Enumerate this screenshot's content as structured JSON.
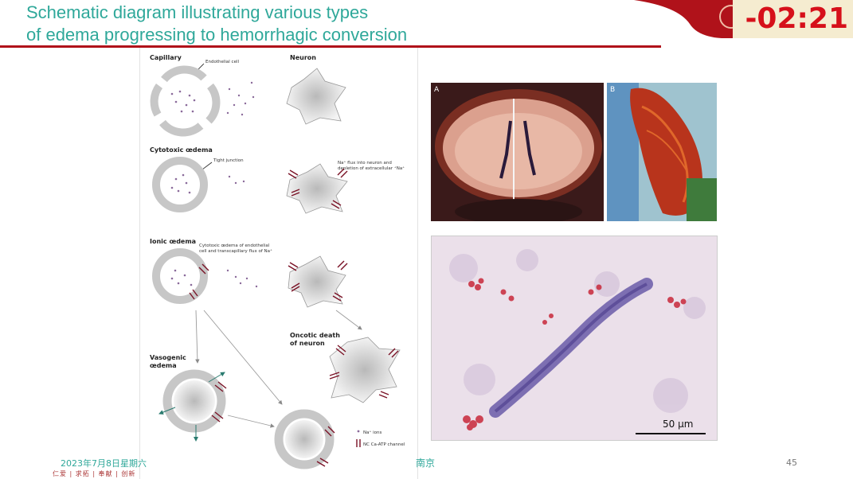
{
  "slide": {
    "title_line1": "Schematic diagram illustrating various types",
    "title_line2": "of edema progressing to hemorrhagic conversion",
    "timer": "-02:21",
    "page_number": "45",
    "footer_date": "2023年7月8日星期六",
    "footer_city": "南京",
    "footer_motto": "仁爱 | 求拓 | 奉献 | 创新"
  },
  "diagram": {
    "capillary": "Capillary",
    "endothelial_cell": "Endothelial cell",
    "neuron": "Neuron",
    "cytotoxic_oedema": "Cytotoxic œdema",
    "tight_junction": "Tight junction",
    "na_flux_line1": "Na⁺ flux into neuron and",
    "na_flux_line2": "depletion of extracellular ⁺Na⁺",
    "ionic_oedema": "Ionic œdema",
    "ionic_note_line1": "Cytotoxic œdema of endothelial",
    "ionic_note_line2": "cell and transcapillary flux of Na⁺",
    "oncotic_line1": "Oncotic death",
    "oncotic_line2": "of neuron",
    "vasogenic_line1": "Vasogenic",
    "vasogenic_line2": "œdema",
    "legend_ions": "Na⁺ ions",
    "legend_channel": "NC Ca-ATP channel"
  },
  "photos": {
    "panel_a_letter": "A",
    "panel_b_letter": "B",
    "scale_bar_label": "50 µm"
  },
  "colors": {
    "title_teal": "#2fa89a",
    "accent_red": "#b0121a",
    "timer_red": "#d6101a"
  }
}
